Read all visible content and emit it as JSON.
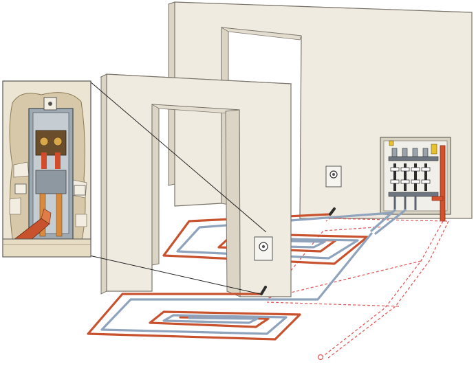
{
  "illustration": {
    "components": [
      "rear-wall",
      "front-wall",
      "inset-detail-panel",
      "wall-mounted-control-box",
      "recessed-distribution-manifold",
      "heating-loop-rear",
      "heating-loop-front",
      "dashed-supply-lines"
    ],
    "colors": {
      "wall_face": "#efebe1",
      "wall_side": "#dcd5c6",
      "wall_edge": "#7a746a",
      "pipe_red": "#c8522e",
      "pipe_blue": "#8fa3bd",
      "cabinet": "#a9b4bd",
      "detail_bg": "#e6ddc8",
      "copper": "#d88a3d",
      "dashed_red": "#e05a5a"
    }
  }
}
